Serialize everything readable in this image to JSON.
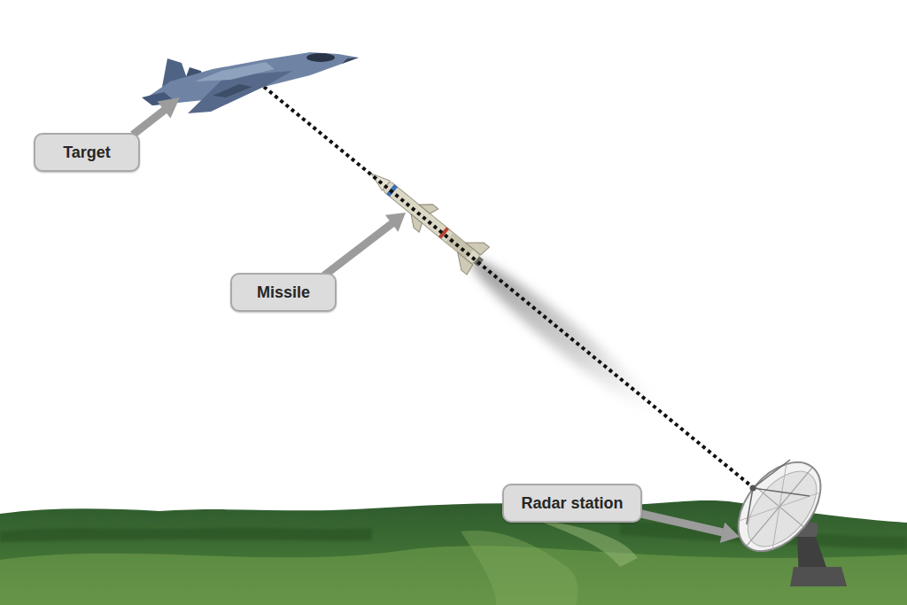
{
  "diagram": {
    "nodes": [
      {
        "text": [
          "Target"
        ]
      },
      {
        "text": [
          "Missile"
        ]
      },
      {
        "text": [
          "Radar station"
        ]
      }
    ]
  }
}
